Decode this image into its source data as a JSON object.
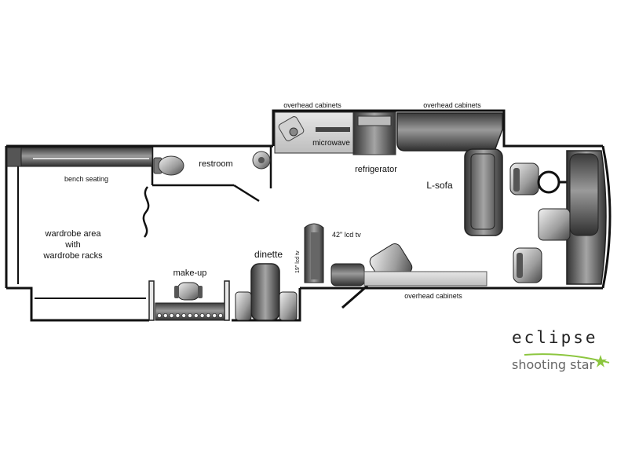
{
  "labels": {
    "overhead_cabinets_top_left": "overhead cabinets",
    "overhead_cabinets_top_right": "overhead cabinets",
    "overhead_cabinets_bottom": "overhead cabinets",
    "microwave": "microwave",
    "refrigerator": "refrigerator",
    "restroom": "restroom",
    "bench_seating": "bench seating",
    "l_sofa": "L-sofa",
    "lcd_42": "42\" lcd tv",
    "lcd_19": "19\" lcd tv",
    "wardrobe_line1": "wardrobe area",
    "wardrobe_line2": "with",
    "wardrobe_line3": "wardrobe racks",
    "makeup": "make-up",
    "dinette": "dinette"
  },
  "brand": {
    "name": "eclipse",
    "tagline": "shooting star"
  },
  "colors": {
    "wall": "#111111",
    "furniture_dark": "#4a4a4a",
    "furniture_light": "#d8d8d8",
    "counter": "#cfcfcf",
    "star_green": "#8cc63f"
  }
}
